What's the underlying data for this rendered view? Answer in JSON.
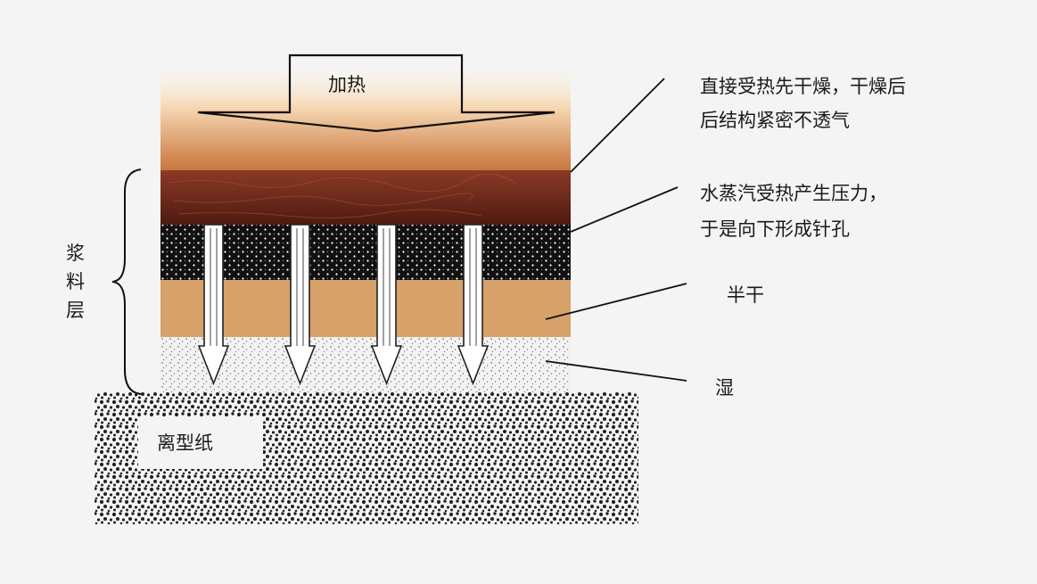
{
  "diagram": {
    "heat_label": "加热",
    "paper_label": "离型纸",
    "slurry_label": "浆料层",
    "callouts": [
      {
        "line1": "直接受热先干燥，干燥后",
        "line2": "后结构紧密不透气"
      },
      {
        "line1": "水蒸汽受热产生压力，",
        "line2": "于是向下形成针孔"
      },
      {
        "line1": "半干"
      },
      {
        "line1": "湿"
      }
    ],
    "colors": {
      "background": "#f4f4f4",
      "heat_gradient_top": "#f6d9b4",
      "heat_gradient_bottom": "#c8743a",
      "dry_layer": "#6e2a1c",
      "vapor_layer": "#111111",
      "semi_dry_layer": "#d7a16a",
      "wet_layer": "#eeeeee",
      "release_paper_dots": "#222222"
    }
  }
}
